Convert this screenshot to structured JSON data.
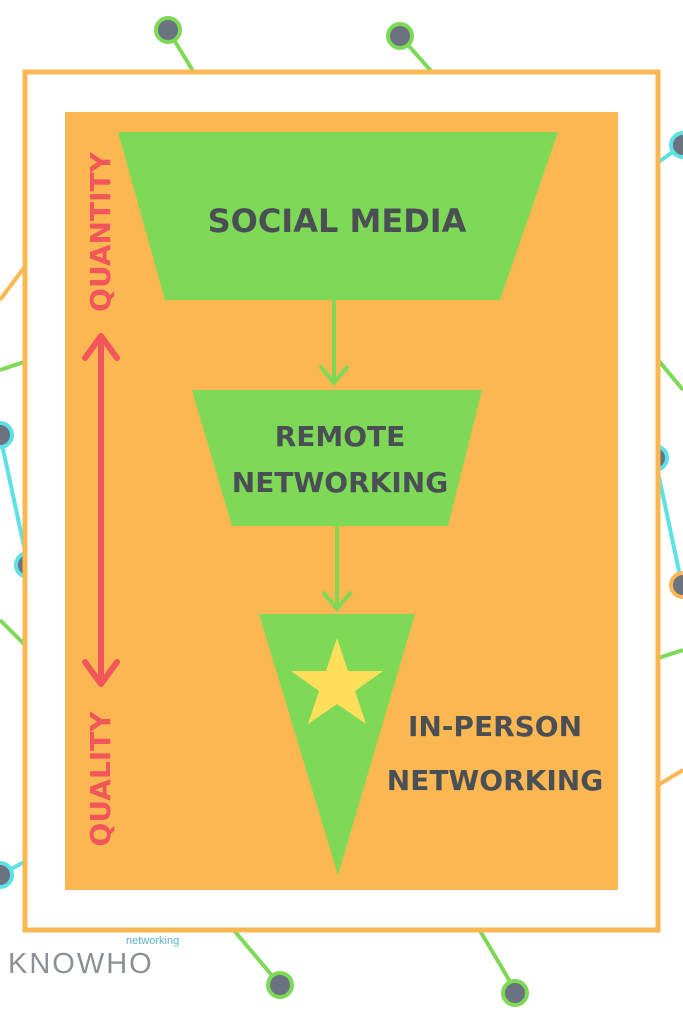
{
  "funnel": {
    "stage1": "SOCIAL MEDIA",
    "stage2_line1": "REMOTE",
    "stage2_line2": "NETWORKING",
    "stage3_line1": "IN-PERSON",
    "stage3_line2": "NETWORKING"
  },
  "axis": {
    "top_label": "QUANTITY",
    "bottom_label": "QUALITY"
  },
  "logo": {
    "small": "networking",
    "main": "KNOWHO"
  },
  "colors": {
    "panel": "#fbb751",
    "funnel": "#7ed957",
    "arrow": "#f2555a",
    "star": "#ffde59",
    "text": "#4a4f55",
    "line_green": "#7ed957",
    "line_blue": "#5ce1e6",
    "line_orange": "#fbb751",
    "node": "#6b7280"
  }
}
